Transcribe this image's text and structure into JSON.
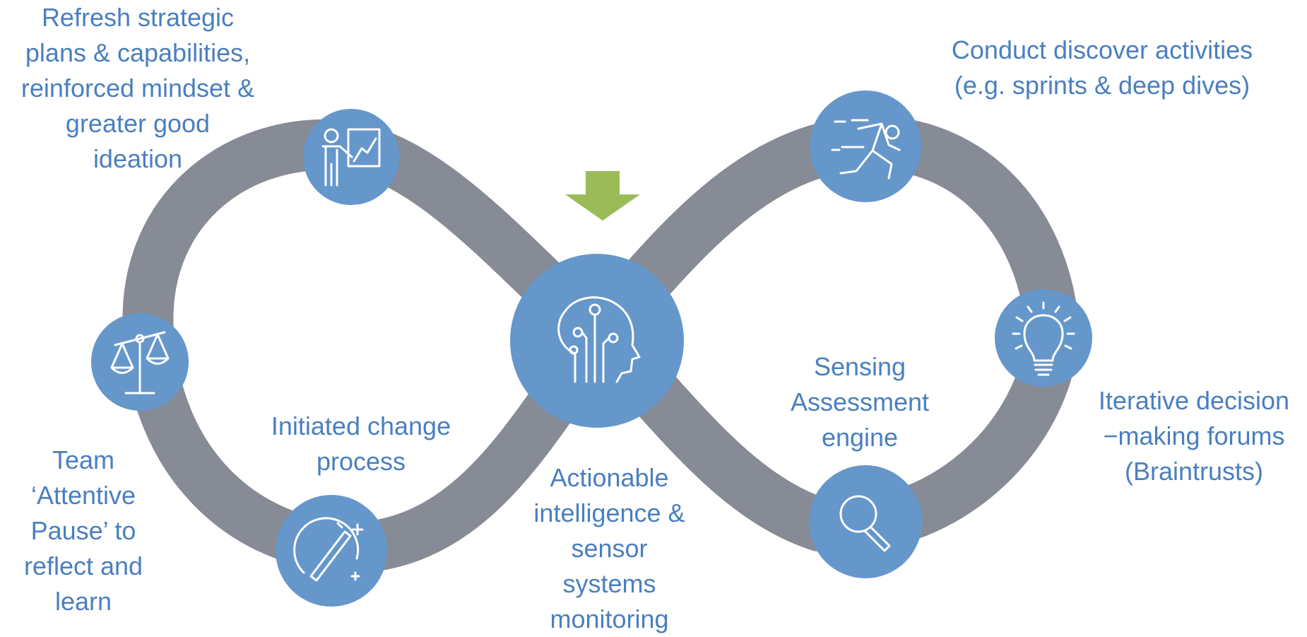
{
  "colors": {
    "track": "#868b95",
    "node": "#6597cb",
    "icon": "#ffffff",
    "arrow": "#9bbb59",
    "text": "#4a7fbf"
  },
  "labels": {
    "refresh": "Refresh strategic\nplans & capabilities,\nreinforced mindset &\ngreater good\nideation",
    "discover": "Conduct discover activities\n(e.g. sprints & deep dives)",
    "team_pause": "Team\n‘Attentive\nPause’ to\nreflect and\nlearn",
    "initiated": "Initiated change\nprocess",
    "actionable": "Actionable\nintelligence &\nsensor\nsystems\nmonitoring",
    "sensing": "Sensing\nAssessment\nengine",
    "iterative": "Iterative decision\n−making forums\n(Braintrusts)"
  },
  "nodes": [
    {
      "name": "presenter-icon",
      "icon": "presenter"
    },
    {
      "name": "runner-icon",
      "icon": "runner"
    },
    {
      "name": "scales-icon",
      "icon": "scales"
    },
    {
      "name": "brain-head-icon",
      "icon": "brain-head"
    },
    {
      "name": "lightbulb-icon",
      "icon": "lightbulb"
    },
    {
      "name": "magic-wand-icon",
      "icon": "magic-wand"
    },
    {
      "name": "magnifier-icon",
      "icon": "magnifier"
    }
  ]
}
